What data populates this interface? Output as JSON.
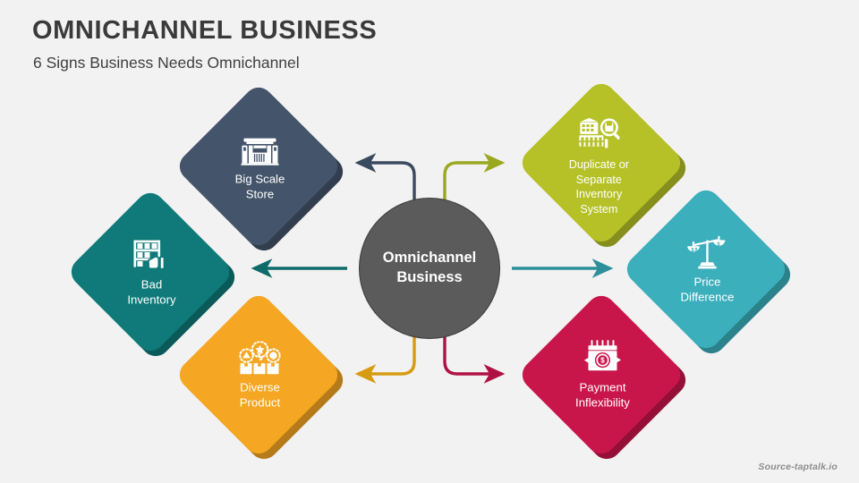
{
  "header": {
    "title": "OMNICHANNEL BUSINESS",
    "subtitle": "6 Signs Business Needs Omnichannel"
  },
  "hub": {
    "label": "Omnichannel\nBusiness",
    "fill": "#5b5b5b",
    "ring": "#d7d7d7"
  },
  "footer": {
    "source": "Source-taptalk.io"
  },
  "colors": {
    "background": "#f2f2f2",
    "title": "#3a3a3a",
    "subtitle": "#3f3f3f",
    "source": "#8d8d8d"
  },
  "nodes": [
    {
      "id": "big-scale-store",
      "label": "Big Scale\nStore",
      "color": "#44546a",
      "icon": "storefront-icon",
      "position": "top-left"
    },
    {
      "id": "bad-inventory",
      "label": "Bad\nInventory",
      "color": "#0f7a79",
      "icon": "shelf-thumbs-down-icon",
      "position": "left"
    },
    {
      "id": "diverse-product",
      "label": "Diverse\nProduct",
      "color": "#f5a623",
      "icon": "boxes-shapes-icon",
      "position": "bottom-left"
    },
    {
      "id": "duplicate-inventory",
      "label": "Duplicate or\nSeparate\nInventory\nSystem",
      "color": "#b5c127",
      "icon": "warehouse-magnifier-icon",
      "position": "top-right"
    },
    {
      "id": "price-difference",
      "label": "Price\nDifference",
      "color": "#3bafbc",
      "icon": "balance-scale-icon",
      "position": "right"
    },
    {
      "id": "payment-inflexibility",
      "label": "Payment\nInflexibility",
      "color": "#c8164b",
      "icon": "calendar-dollar-icon",
      "position": "bottom-right"
    }
  ],
  "arrows": [
    {
      "id": "arrow-to-big-scale-store",
      "color": "#3a4a5e",
      "direction": "up-left"
    },
    {
      "id": "arrow-to-bad-inventory",
      "color": "#0f6a6a",
      "direction": "left"
    },
    {
      "id": "arrow-to-diverse-product",
      "color": "#d79b12",
      "direction": "down-left"
    },
    {
      "id": "arrow-to-duplicate-inventory",
      "color": "#9aa81f",
      "direction": "up-right"
    },
    {
      "id": "arrow-to-price-difference",
      "color": "#2d8f99",
      "direction": "right"
    },
    {
      "id": "arrow-to-payment-inflex",
      "color": "#b01144",
      "direction": "down-right"
    }
  ]
}
